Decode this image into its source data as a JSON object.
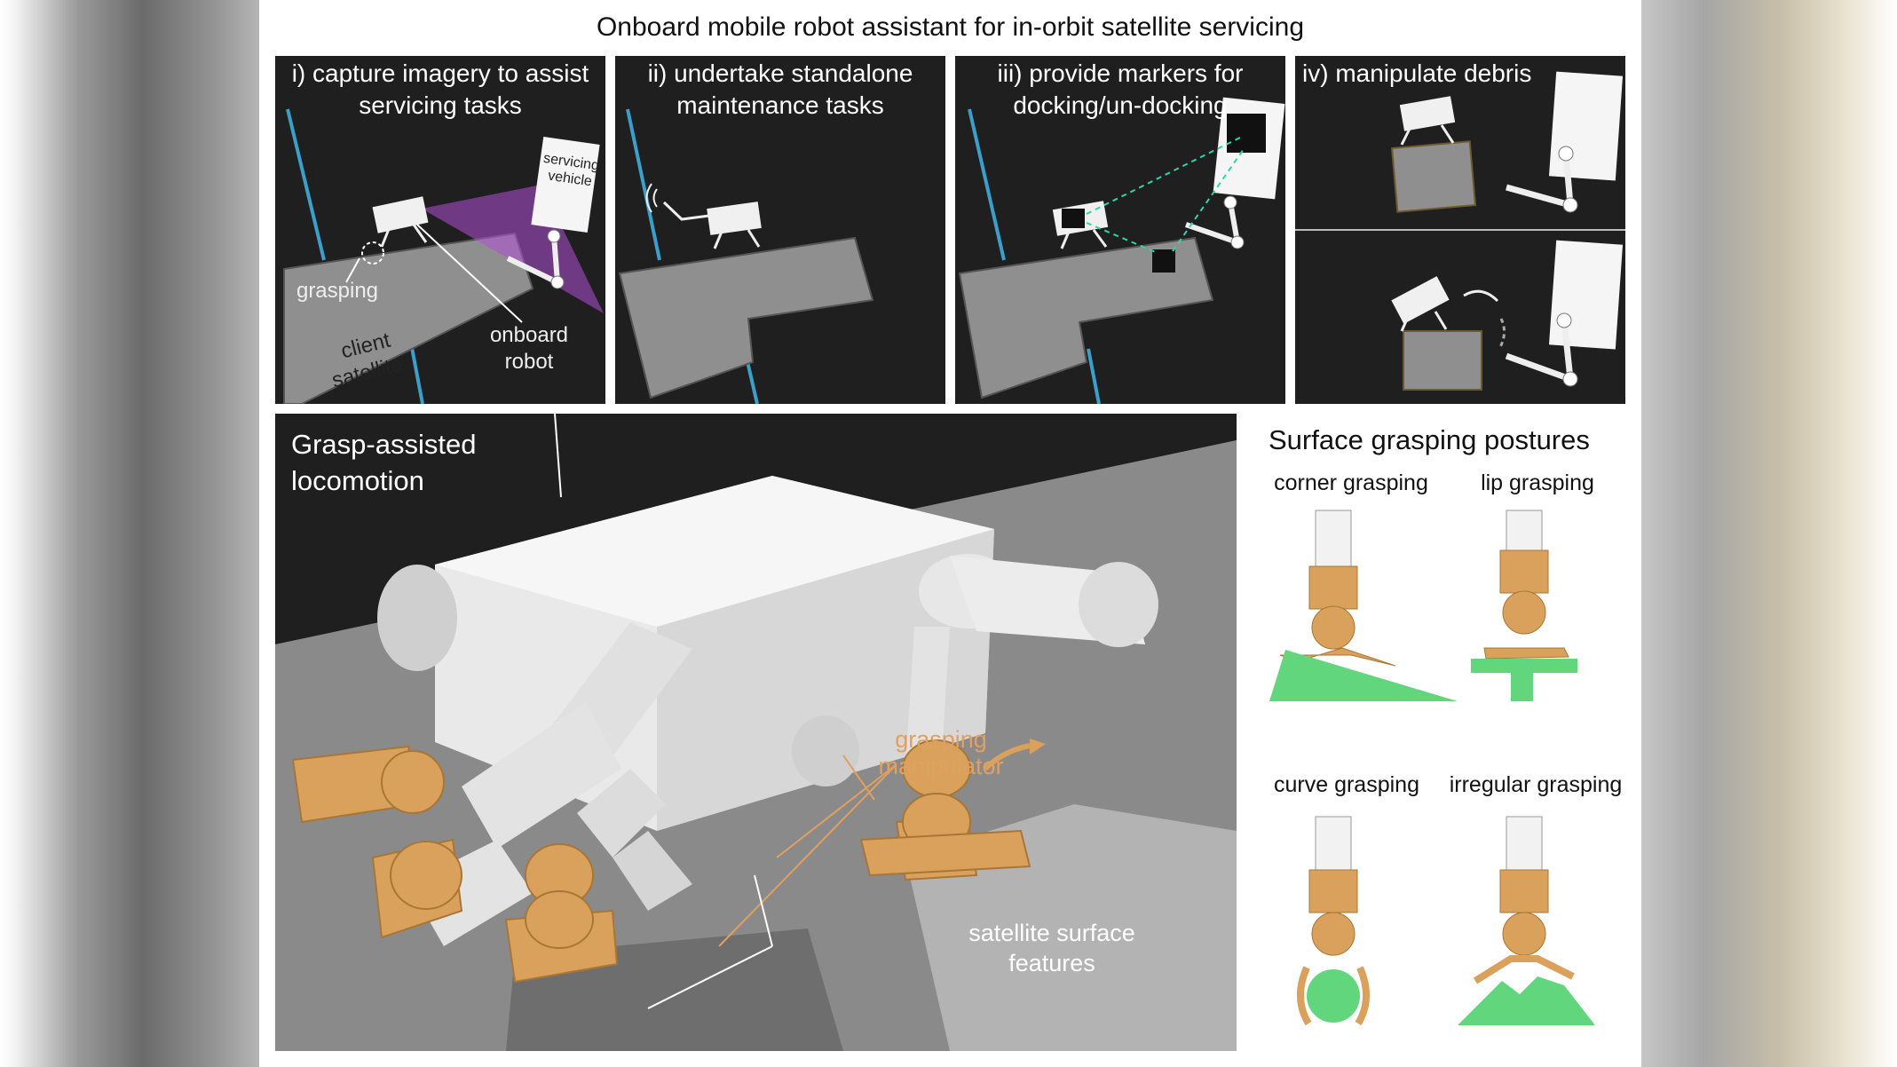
{
  "figure_title": "Onboard mobile robot assistant for in-orbit satellite servicing",
  "panels": [
    {
      "title_line1": "i) capture imagery to assist",
      "title_line2": "servicing tasks",
      "labels": {
        "grasping": "grasping",
        "client_satellite_line1": "client",
        "client_satellite_line2": "satellite",
        "onboard_robot_line1": "onboard",
        "onboard_robot_line2": "robot",
        "servicing_vehicle_line1": "servicing",
        "servicing_vehicle_line2": "vehicle"
      }
    },
    {
      "title_line1": "ii) undertake standalone",
      "title_line2": "maintenance tasks"
    },
    {
      "title_line1": "iii) provide markers for",
      "title_line2": "docking/un-docking"
    },
    {
      "title_line1": "iv) manipulate debris"
    }
  ],
  "main": {
    "label_line1": "Grasp-assisted",
    "label_line2": "locomotion",
    "grasping_manipulator_line1": "grasping",
    "grasping_manipulator_line2": "manipulator",
    "surface_features_line1": "satellite surface",
    "surface_features_line2": "features"
  },
  "postures": {
    "title": "Surface grasping postures",
    "items": [
      "corner grasping",
      "lip grasping",
      "curve grasping",
      "irregular grasping"
    ]
  },
  "colors": {
    "panel_bg": "#1f1f1f",
    "satellite": "#8f8f8f",
    "arm": "#e6e6e6",
    "gripper": "#d9a15c",
    "surface": "#62d67c",
    "beam": "#3aa0c9",
    "camera_cone": "#b04fd6",
    "marker": "#2fd6a8"
  }
}
